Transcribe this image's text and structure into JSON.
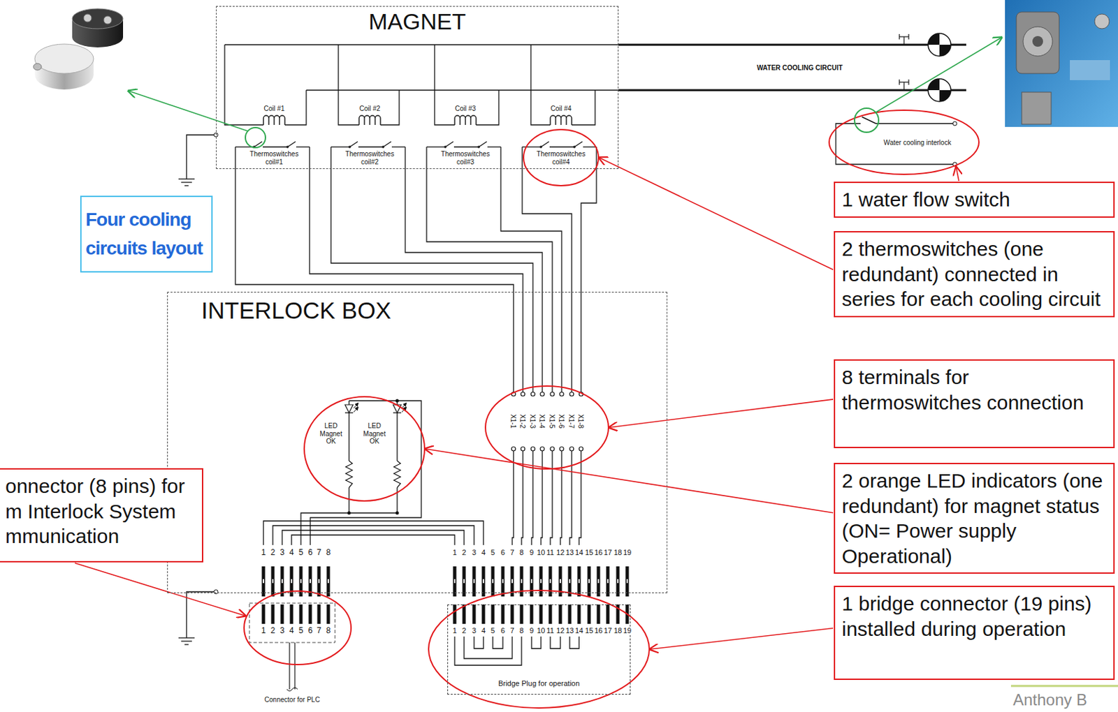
{
  "diagram": {
    "nodes": [
      {
        "text": [
          "MAGNET"
        ]
      },
      {
        "text": [
          "1 water flow switch"
        ]
      },
      {
        "text": [
          "Four cooling circuits layout"
        ]
      },
      {
        "text": [
          "2 thermoswitches (one redundant) connected in series for each cooling circuit"
        ]
      },
      {
        "text": [
          "INTERLOCK BOX"
        ]
      },
      {
        "text": [
          "8 terminals for thermoswitches connection"
        ]
      },
      {
        "text": [
          "2 orange LED indicators (one redundant) for magnet status (ON= Power supply Operational)"
        ]
      },
      {
        "text": [
          "onnector (8 pins) for m Interlock System mmunication"
        ]
      },
      {
        "text": [
          "1 bridge connector (19 pins) installed during operation"
        ]
      },
      {
        "text": [
          "Bridge Plug for operation"
        ]
      }
    ],
    "labels": [
      "WATER COOLING CIRCUIT",
      "Coil #1",
      "Coil #2",
      "Coil #3",
      "Coil #4",
      "Thermoswitches coil#1",
      "Thermoswitches coil#2",
      "Thermoswitches coil#3",
      "Thermoswitches coil#4",
      "Water cooling interlock",
      "LED Magnet OK",
      "LED Magnet OK",
      "X1-1",
      "X1-2",
      "X1-3",
      "X1-4",
      "X1-5",
      "X1-6",
      "X1-7",
      "X1-8",
      "1",
      "2",
      "3",
      "4",
      "5",
      "6",
      "7",
      "8",
      "1",
      "2",
      "3",
      "4",
      "5",
      "6",
      "7",
      "8",
      "9",
      "10",
      "11",
      "12",
      "13",
      "14",
      "15",
      "16",
      "17",
      "18",
      "19",
      "1",
      "2",
      "3",
      "4",
      "5",
      "6",
      "7",
      "8",
      "1",
      "2",
      "3",
      "4",
      "5",
      "6",
      "7",
      "8",
      "9",
      "10",
      "11",
      "12",
      "13",
      "14",
      "15",
      "16",
      "17",
      "18",
      "19",
      "Connector for PLC",
      "Anthony B"
    ]
  }
}
